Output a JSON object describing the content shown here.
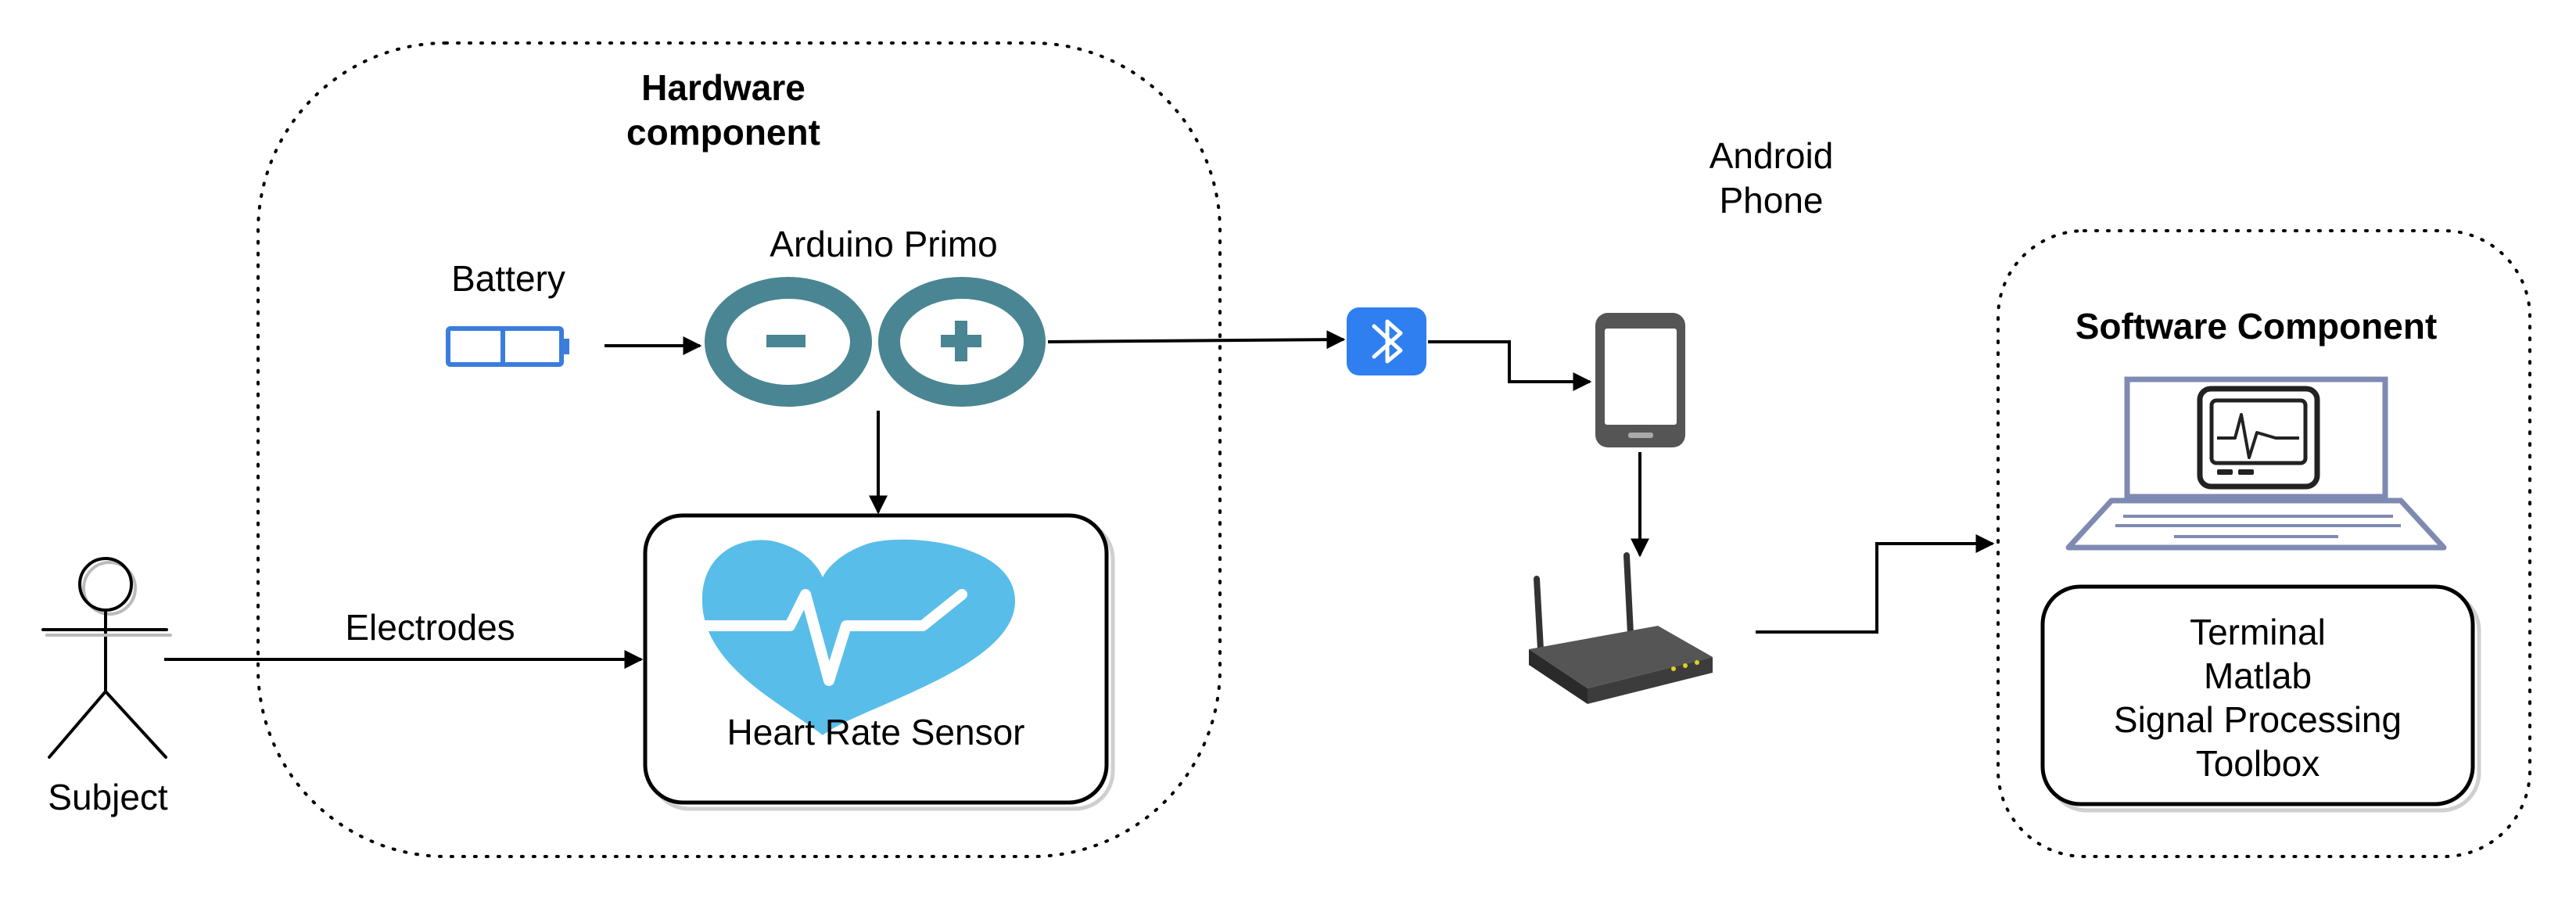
{
  "hardware": {
    "title_line1": "Hardware",
    "title_line2": "component"
  },
  "battery": {
    "label": "Battery"
  },
  "arduino": {
    "label": "Arduino Primo"
  },
  "sensor": {
    "label": "Heart Rate Sensor"
  },
  "subject": {
    "label": "Subject"
  },
  "electrodes": {
    "label": "Electrodes"
  },
  "phone": {
    "label_line1": "Android",
    "label_line2": "Phone"
  },
  "software": {
    "title": "Software Component",
    "tools": [
      "Terminal",
      "Matlab",
      "Signal Processing",
      "Toolbox"
    ]
  },
  "colors": {
    "arduino": "#4a8593",
    "heart": "#59bdea",
    "bluetooth": "#2f7ff0",
    "laptop_frame": "#7f8ab2",
    "battery": "#3b7ddd"
  }
}
